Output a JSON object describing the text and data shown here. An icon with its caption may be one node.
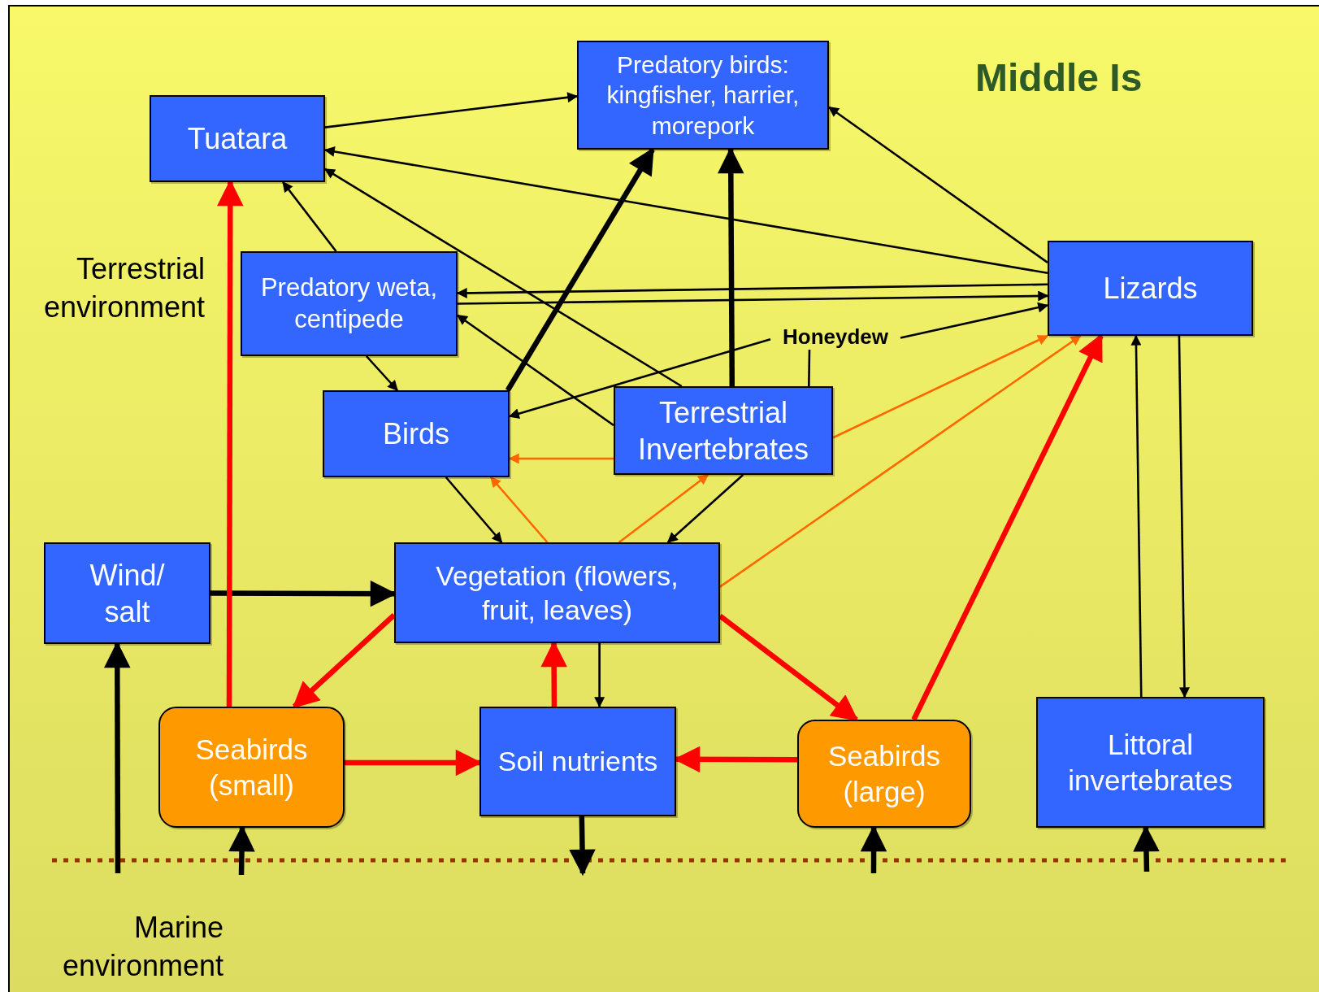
{
  "diagram": {
    "title": "Middle Is",
    "nodes": [
      {
        "text": [
          "Predatory birds: kingfisher, harrier, morepork"
        ]
      },
      {
        "text": [
          "Tuatara"
        ]
      },
      {
        "text": [
          "Lizards"
        ]
      },
      {
        "text": [
          "Predatory weta, centipede"
        ]
      },
      {
        "text": [
          "Birds"
        ]
      },
      {
        "text": [
          "Terrestrial Invertebrates"
        ]
      },
      {
        "text": [
          "Wind/ salt"
        ]
      },
      {
        "text": [
          "Vegetation (flowers, fruit, leaves)"
        ]
      },
      {
        "text": [
          "Seabirds (small)"
        ]
      },
      {
        "text": [
          "Soil nutrients"
        ]
      },
      {
        "text": [
          "Seabirds (large)"
        ]
      },
      {
        "text": [
          "Littoral invertebrates"
        ]
      },
      {
        "text": [
          "Honeydew"
        ]
      }
    ],
    "edges": [
      {
        "from": 1,
        "to": 0,
        "arrow": "to"
      },
      {
        "from": 2,
        "to": 0,
        "arrow": "to"
      },
      {
        "from": 2,
        "to": 1,
        "arrow": "to"
      },
      {
        "from": 5,
        "to": 1,
        "arrow": "to"
      },
      {
        "from": 3,
        "to": 1,
        "arrow": "to"
      },
      {
        "from": 2,
        "to": 3,
        "arrow": "to"
      },
      {
        "from": 3,
        "to": 2,
        "arrow": "to"
      },
      {
        "from": 12,
        "to": 2,
        "arrow": "to"
      },
      {
        "from": 12,
        "to": 4,
        "arrow": "to"
      },
      {
        "from": 5,
        "to": 12,
        "arrow": "none"
      },
      {
        "from": 5,
        "to": 3,
        "arrow": "to"
      },
      {
        "from": 3,
        "to": 4,
        "arrow": "to"
      },
      {
        "from": 4,
        "to": 0,
        "arrow": "to",
        "style": "thick"
      },
      {
        "from": 5,
        "to": 0,
        "arrow": "to",
        "style": "thick"
      },
      {
        "from": 5,
        "to": 4,
        "arrow": "to",
        "color": "#ff6600"
      },
      {
        "from": 5,
        "to": 2,
        "arrow": "to",
        "color": "#ff6600"
      },
      {
        "from": 7,
        "to": 2,
        "arrow": "to",
        "color": "#ff6600"
      },
      {
        "from": 10,
        "to": 2,
        "arrow": "to",
        "style": "thick",
        "color": "#ff0000"
      },
      {
        "from": 11,
        "to": 2,
        "arrow": "to"
      },
      {
        "from": 2,
        "to": 11,
        "arrow": "to"
      },
      {
        "from": 4,
        "to": 7,
        "arrow": "to"
      },
      {
        "from": 7,
        "to": 4,
        "arrow": "to",
        "color": "#ff6600"
      },
      {
        "from": 7,
        "to": 5,
        "arrow": "to",
        "color": "#ff6600"
      },
      {
        "from": 5,
        "to": 7,
        "arrow": "to"
      },
      {
        "from": 6,
        "to": 7,
        "arrow": "to",
        "style": "thick"
      },
      {
        "from": 7,
        "to": 8,
        "arrow": "to",
        "style": "thick",
        "color": "#ff0000"
      },
      {
        "from": 8,
        "to": 1,
        "arrow": "to",
        "style": "thick",
        "color": "#ff0000"
      },
      {
        "from": 7,
        "to": 10,
        "arrow": "to",
        "style": "thick",
        "color": "#ff0000"
      },
      {
        "from": 8,
        "to": 9,
        "arrow": "to",
        "style": "thick",
        "color": "#ff0000"
      },
      {
        "from": 10,
        "to": 9,
        "arrow": "to",
        "style": "thick",
        "color": "#ff0000"
      },
      {
        "from": 9,
        "to": 7,
        "arrow": "to",
        "style": "thick",
        "color": "#ff0000"
      },
      {
        "from": 7,
        "to": 9,
        "arrow": "to"
      },
      {
        "from": null,
        "to": 6,
        "arrow": "to",
        "style": "thick"
      },
      {
        "from": null,
        "to": 8,
        "arrow": "to",
        "style": "thick"
      },
      {
        "from": 9,
        "to": null,
        "arrow": "to",
        "style": "thick"
      },
      {
        "from": null,
        "to": 10,
        "arrow": "to",
        "style": "thick"
      },
      {
        "from": null,
        "to": 11,
        "arrow": "to",
        "style": "thick"
      }
    ],
    "labels": [
      "Terrestrial environment",
      "Marine environment"
    ]
  }
}
